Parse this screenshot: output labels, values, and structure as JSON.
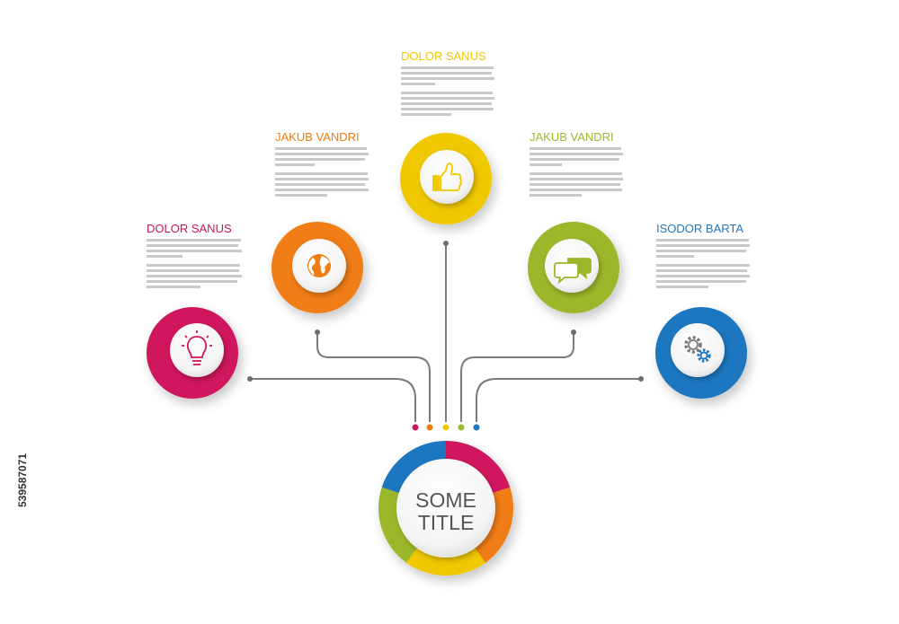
{
  "center": {
    "title_line1": "SOME",
    "title_line2": "TITLE"
  },
  "items": [
    {
      "title": "DOLOR SANUS",
      "icon": "lightbulb-icon",
      "color": "#d0145b"
    },
    {
      "title": "JAKUB VANDRI",
      "icon": "globe-icon",
      "color": "#f07d12"
    },
    {
      "title": "DOLOR SANUS",
      "icon": "thumbs-up-icon",
      "color": "#f0c800"
    },
    {
      "title": "JAKUB VANDRI",
      "icon": "chat-bubbles-icon",
      "color": "#9cb72a"
    },
    {
      "title": "ISODOR BARTA",
      "icon": "gears-icon",
      "color": "#1f77c0"
    }
  ],
  "connector_color": "#7a7a7a",
  "side_id": "539587071"
}
